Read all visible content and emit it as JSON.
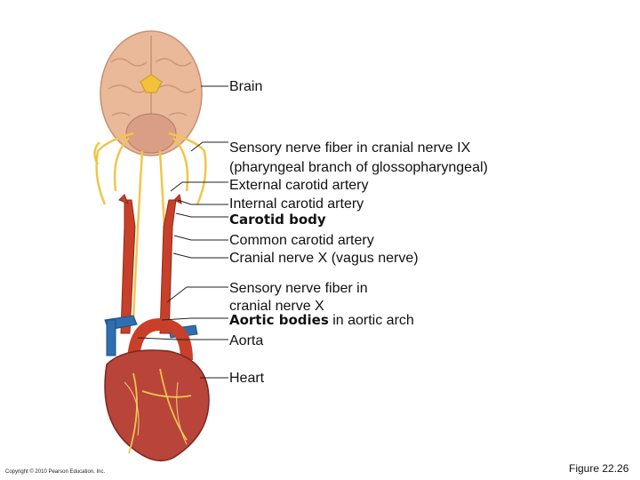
{
  "labels": {
    "brain": "Brain",
    "sensory_ix_line1": "Sensory nerve fiber in cranial nerve IX",
    "sensory_ix_line2": "(pharyngeal branch of glossopharyngeal)",
    "external_carotid": "External carotid artery",
    "internal_carotid": "Internal carotid artery",
    "carotid_body": "Carotid body",
    "common_carotid": "Common carotid artery",
    "vagus": "Cranial nerve X (vagus nerve)",
    "sensory_x_line1": "Sensory nerve fiber in",
    "sensory_x_line2": "cranial nerve X",
    "aortic_bodies": "Aortic bodies",
    "aortic_bodies_rest": " in aortic arch",
    "aorta": "Aorta",
    "heart": "Heart"
  },
  "footer": {
    "copyright": "Copyright © 2010 Pearson Education, Inc.",
    "figure": "Figure 22.26"
  },
  "colors": {
    "brain": "#e8b89a",
    "artery": "#c8402a",
    "vein": "#2f6fb0",
    "nerve": "#f0c64a",
    "heart": "#b8443a",
    "leader": "#222222"
  }
}
